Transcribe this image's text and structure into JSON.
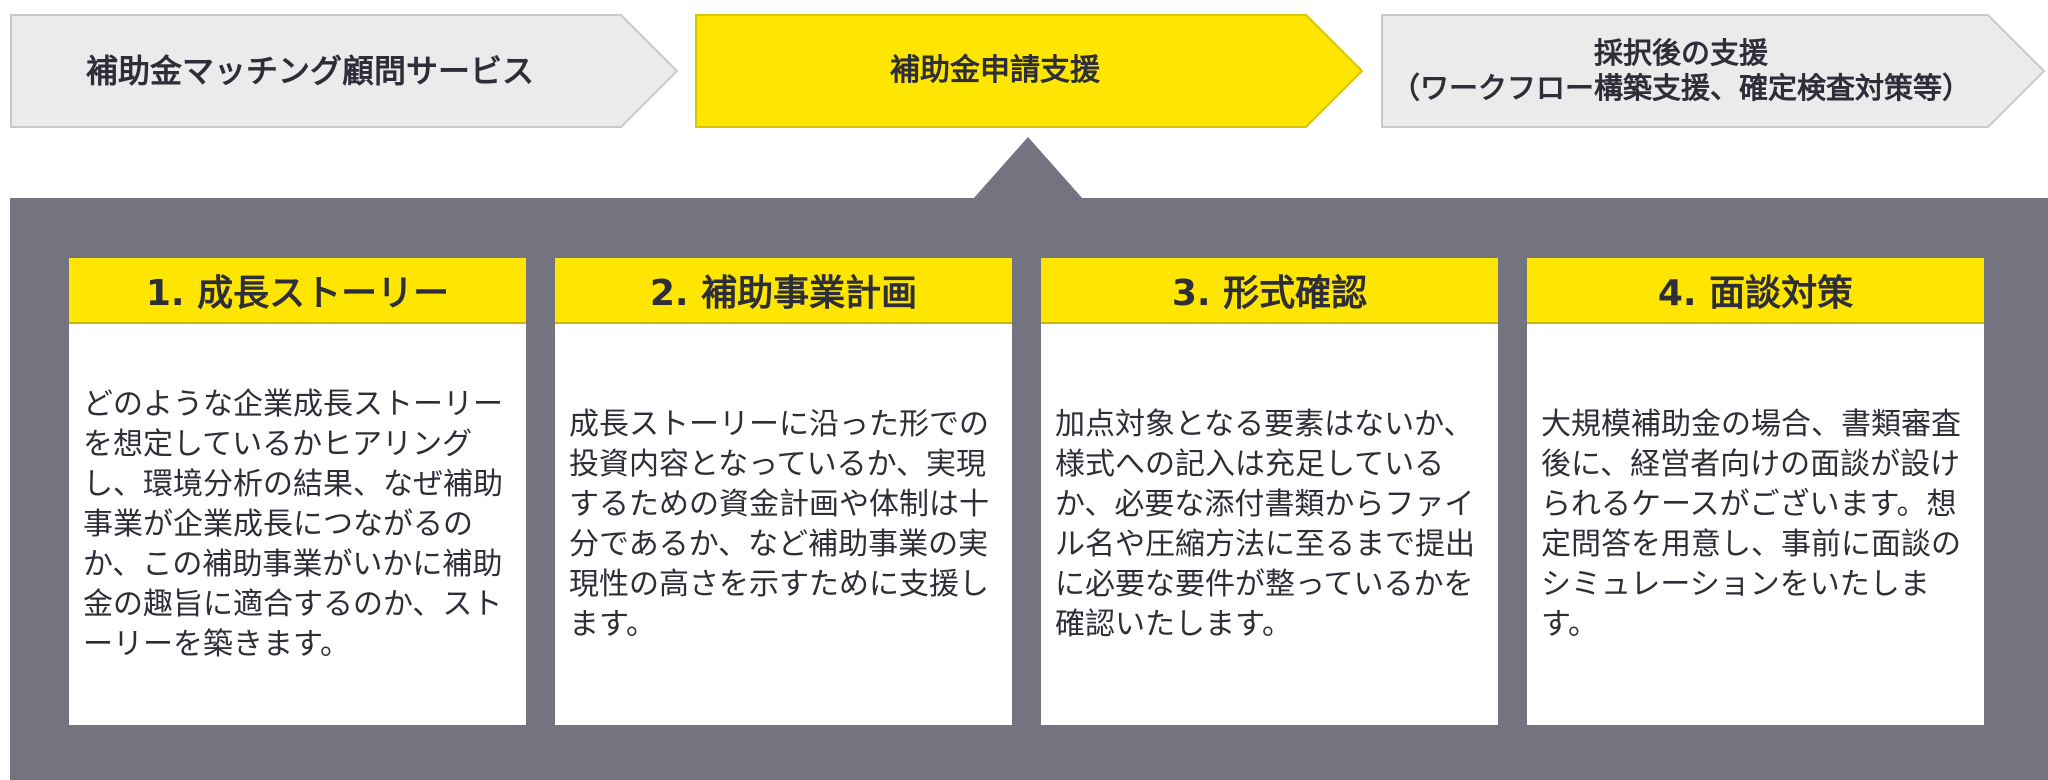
{
  "steps": [
    {
      "label": "補助金マッチング顧問サービス",
      "active": false
    },
    {
      "label": "補助金申請支援",
      "active": true
    },
    {
      "label_line1": "採択後の支援",
      "label_line2": "（ワークフロー構築支援、確定検査対策等）",
      "active": false
    }
  ],
  "cards": [
    {
      "title": "1. 成長ストーリー",
      "text": "どのような企業成長ストーリーを想定しているかヒアリングし、環境分析の結果、なぜ補助事業が企業成長につながるのか、この補助事業がいかに補助金の趣旨に適合するのか、ストーリーを築きます。"
    },
    {
      "title": "2. 補助事業計画",
      "text": "成長ストーリーに沿った形での投資内容となっているか、実現するための資金計画や体制は十分であるか、など補助事業の実現性の高さを示すために支援します。"
    },
    {
      "title": "3. 形式確認",
      "text": "加点対象となる要素はないか、様式への記入は充足しているか、必要な添付書類からファイル名や圧縮方法に至るまで提出に必要な要件が整っているかを確認いたします。"
    },
    {
      "title": "4. 面談対策",
      "text": "大規模補助金の場合、書類審査後に、経営者向けの面談が設けられるケースがございます。想定問答を用意し、事前に面談のシミュレーションをいたします。"
    }
  ],
  "colors": {
    "accent_yellow": "#ffe600",
    "inactive_step": "#ebebeb",
    "panel_grey": "#747480",
    "text_dark": "#2e2e38"
  }
}
